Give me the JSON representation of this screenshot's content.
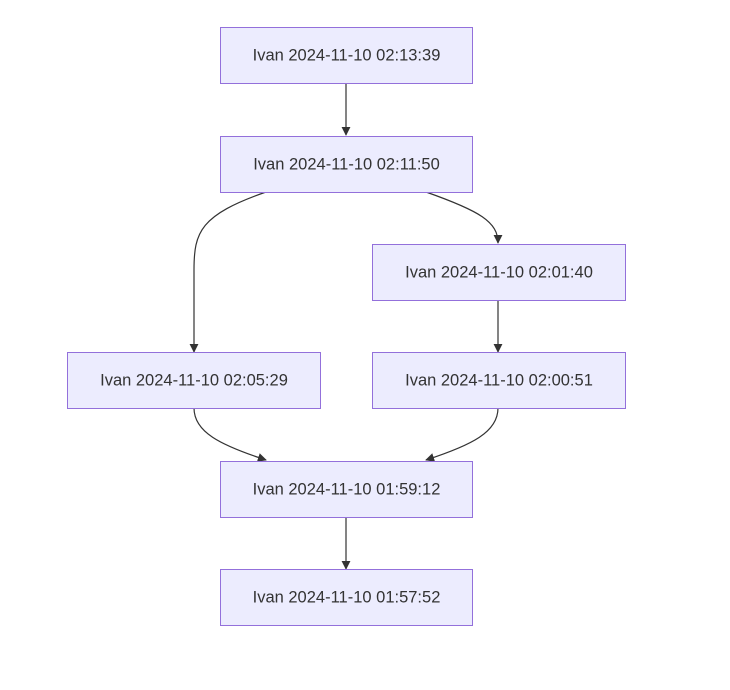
{
  "diagram": {
    "type": "flowchart",
    "colors": {
      "node_fill": "#ececfe",
      "node_stroke": "#9370db",
      "edge": "#333333",
      "text": "#333333",
      "background": "#ffffff"
    },
    "nodes": [
      {
        "id": "n1",
        "label": "Ivan 2024-11-10 02:13:39"
      },
      {
        "id": "n2",
        "label": "Ivan 2024-11-10 02:11:50"
      },
      {
        "id": "n3",
        "label": "Ivan 2024-11-10 02:01:40"
      },
      {
        "id": "n4",
        "label": "Ivan 2024-11-10 02:05:29"
      },
      {
        "id": "n5",
        "label": "Ivan 2024-11-10 02:00:51"
      },
      {
        "id": "n6",
        "label": "Ivan 2024-11-10 01:59:12"
      },
      {
        "id": "n7",
        "label": "Ivan 2024-11-10 01:57:52"
      }
    ],
    "edges": [
      {
        "from": "n1",
        "to": "n2"
      },
      {
        "from": "n2",
        "to": "n4"
      },
      {
        "from": "n2",
        "to": "n3"
      },
      {
        "from": "n3",
        "to": "n5"
      },
      {
        "from": "n4",
        "to": "n6"
      },
      {
        "from": "n5",
        "to": "n6"
      },
      {
        "from": "n6",
        "to": "n7"
      }
    ]
  }
}
